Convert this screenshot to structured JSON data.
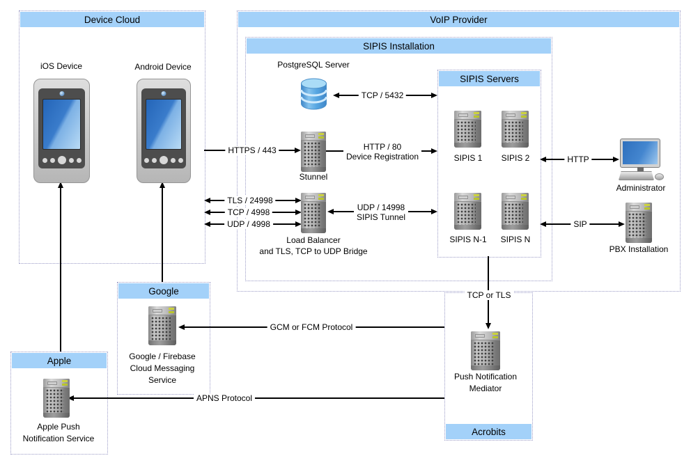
{
  "containers": {
    "device_cloud": {
      "title": "Device Cloud"
    },
    "voip_provider": {
      "title": "VoIP Provider"
    },
    "sipis_installation": {
      "title": "SIPIS Installation"
    },
    "sipis_servers": {
      "title": "SIPIS Servers"
    },
    "google": {
      "title": "Google"
    },
    "apple": {
      "title": "Apple"
    },
    "acrobits": {
      "title": "Acrobits"
    }
  },
  "nodes": {
    "ios_device": {
      "label": "iOS Device",
      "icon": "smartphone-icon"
    },
    "android_device": {
      "label": "Android Device",
      "icon": "smartphone-icon"
    },
    "postgresql": {
      "label": "PostgreSQL Server",
      "icon": "database-icon"
    },
    "stunnel": {
      "label": "Stunnel",
      "icon": "server-icon"
    },
    "load_balancer": {
      "label_lines": [
        "Load Balancer",
        "and TLS, TCP to UDP Bridge"
      ],
      "icon": "server-icon"
    },
    "sipis_1": {
      "label": "SIPIS 1",
      "icon": "server-icon"
    },
    "sipis_2": {
      "label": "SIPIS 2",
      "icon": "server-icon"
    },
    "sipis_n1": {
      "label": "SIPIS N-1",
      "icon": "server-icon"
    },
    "sipis_n": {
      "label": "SIPIS N",
      "icon": "server-icon"
    },
    "administrator": {
      "label": "Administrator",
      "icon": "desktop-computer-icon"
    },
    "pbx": {
      "label": "PBX Installation",
      "icon": "server-icon"
    },
    "mediator": {
      "label_lines": [
        "Push Notification",
        "Mediator"
      ],
      "icon": "server-icon"
    },
    "google_fcm": {
      "label_lines": [
        "Google / Firebase",
        "Cloud Messaging",
        "Service"
      ],
      "icon": "server-icon"
    },
    "apple_apns": {
      "label_lines": [
        "Apple Push",
        "Notification Service"
      ],
      "icon": "server-icon"
    }
  },
  "connections": {
    "https_443": {
      "label": "HTTPS / 443"
    },
    "http_80": {
      "label_lines": [
        "HTTP / 80",
        "Device Registration"
      ]
    },
    "tls_24998": {
      "label": "TLS / 24998"
    },
    "tcp_4998": {
      "label": "TCP / 4998"
    },
    "udp_4998": {
      "label": "UDP / 4998"
    },
    "udp_14998": {
      "label_lines": [
        "UDP / 14998",
        "SIPIS Tunnel"
      ]
    },
    "tcp_5432": {
      "label": "TCP / 5432"
    },
    "http_admin": {
      "label": "HTTP"
    },
    "sip": {
      "label": "SIP"
    },
    "tcp_or_tls": {
      "label": "TCP or TLS"
    },
    "gcm_fcm": {
      "label": "GCM or FCM Protocol"
    },
    "apns_protocol": {
      "label": "APNS Protocol"
    }
  },
  "colors": {
    "header_band": "#a3d1f9",
    "container_border": "#9a9ac6",
    "line": "#000000",
    "server_led": "#ccd23e",
    "screen_blue": "#3a7ccb"
  }
}
